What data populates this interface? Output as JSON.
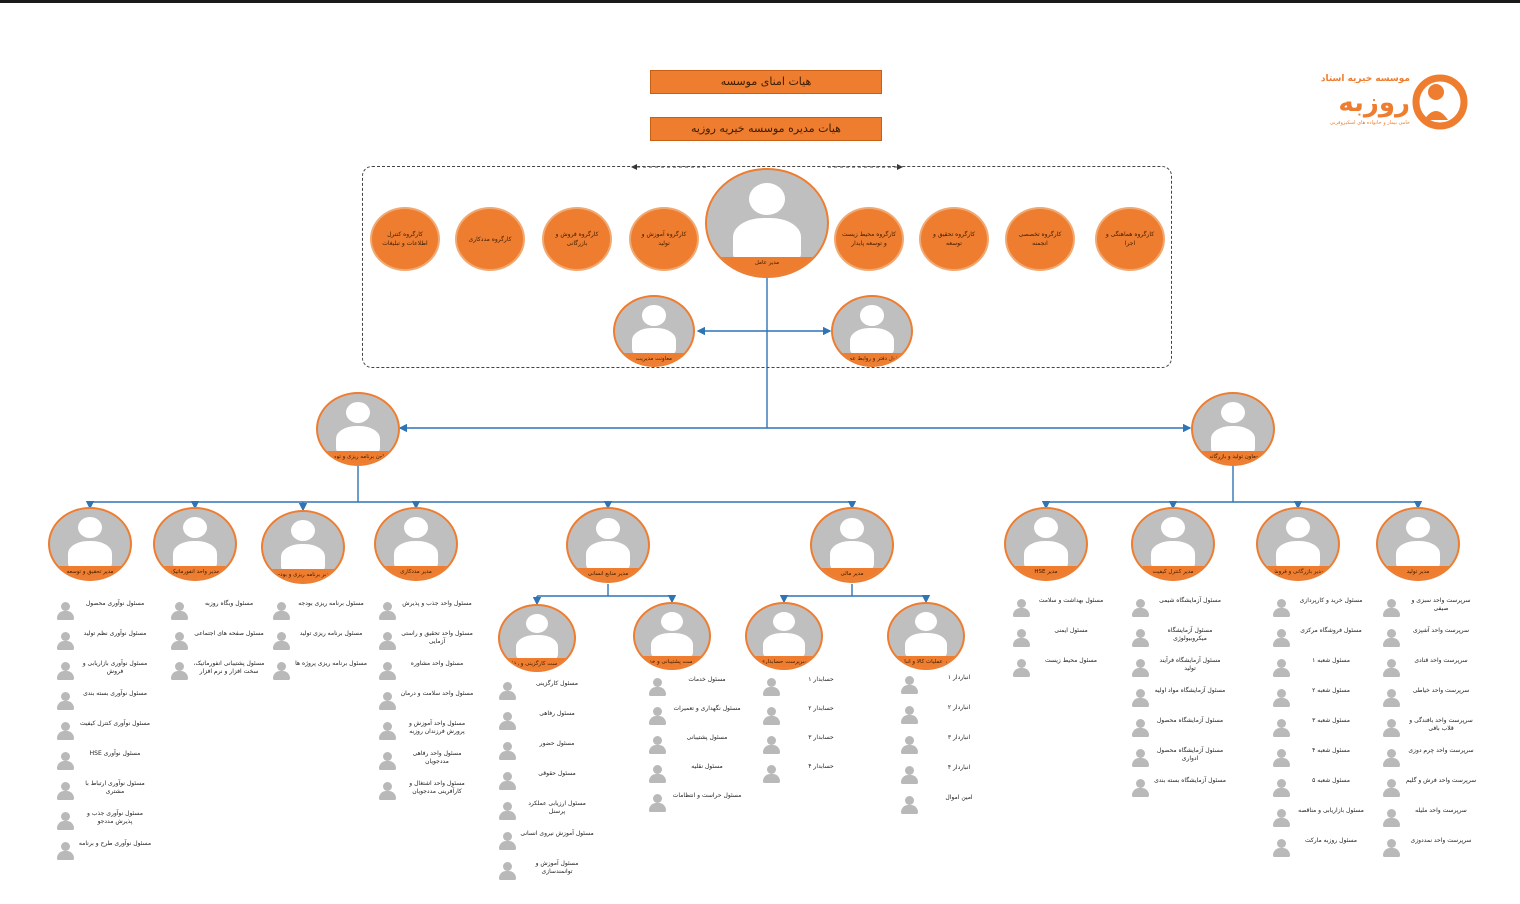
{
  "trustees_bar": "هیات امنای موسسه",
  "board_bar": "هیات مدیره موسسه خیریه روزیه",
  "logo": {
    "title": "موسسه خیریه استاد",
    "wordmark": "روزبه",
    "subtitle": "حامی بیمار و خانواده های اسکیزوفرنی",
    "colors": {
      "brand": "#ee7d30"
    }
  },
  "working_groups_left": [
    "کارگروه کنترل اطلاعات و تبلیغات",
    "کارگروه مددکاری",
    "کارگروه فروش و بازرگانی",
    "کارگروه آموزش و تولید"
  ],
  "working_groups_right": [
    "کارگروه محیط زیست و توسعه پایدار",
    "کارگروه تحقیق و توسعه",
    "کارگروه تخصصی انجمنه",
    "کارگروه هماهنگی و اجرا"
  ],
  "ceo_label": "مدیر عامل",
  "assistants": {
    "left": "معاونت مدیریت",
    "right": "مسئول دفتر و روابط عمومی"
  },
  "deputies": {
    "left": "معاون برنامه ریزی و توسعه",
    "right": "معاون تولید و بازرگانی"
  },
  "departments": [
    {
      "label": "مدیر تحقیق و توسعه",
      "items": [
        "مسئول نوآوری محصول",
        "مسئول نوآوری نظم تولید",
        "مسئول نوآوری بازاریابی و فروش",
        "مسئول نوآوری بسته بندی",
        "مسئول نوآوری کنترل کیفیت",
        "مسئول نوآوری HSE",
        "مسئول نوآوری ارتباط با مشتری",
        "مسئول نوآوری جذب و پذیرش مددجو",
        "مسئول نوآوری طرح و برنامه"
      ]
    },
    {
      "label": "مدیر واحد انفورماتیک",
      "items": [
        "مسئول وبگاه روزبه",
        "مسئول صفحه های اجتماعی",
        "مسئول پشتیبانی انفورماتیک، سخت افزار و نرم افزار"
      ]
    },
    {
      "label": "مدیر برنامه ریزی و بودجه",
      "items": [
        "مسئول برنامه ریزی بودجه",
        "مسئول برنامه ریزی تولید",
        "مسئول برنامه ریزی پروژه ها"
      ]
    },
    {
      "label": "مدیر مددکاری",
      "items": [
        "مسئول واحد جذب و پذیرش",
        "مسئول واحد تحقیق و راستی آزمایی",
        "مسئول واحد مشاوره",
        "مسئول واحد سلامت و درمان",
        "مسئول واحد آموزش و پرورش فرزندان روزبه",
        "مسئول واحد رفاهی مددجویان",
        "مسئول واحد اشتغال و کارآفرینی مددجویان"
      ]
    },
    {
      "label": "مدیر منابع انسانی",
      "subs": [
        {
          "label": "سرپرست کارگزینی و رفاهی",
          "items": [
            "مسئول کارگزینی",
            "مسئول رفاهی",
            "مسئول حضور",
            "مسئول حقوقی",
            "مسئول ارزیابی عملکرد پرسنل",
            "مسئول آموزش نیروی انسانی",
            "مسئول آموزش و توانمندسازی"
          ]
        },
        {
          "label": "سرپرست پشتیبانی و خدمات",
          "items": [
            "مسئول خدمات",
            "مسئول نگهداری و تعمیرات",
            "مسئول پشتیبانی",
            "مسئول نقلیه",
            "مسئول حراست و انتظامات"
          ]
        }
      ]
    },
    {
      "label": "مدیر مالی",
      "subs": [
        {
          "label": "سرپرست حسابداری",
          "items": [
            "حسابدار ۱",
            "حسابدار ۲",
            "حسابدار ۳",
            "حسابدار ۴"
          ]
        },
        {
          "label": "مدیر عملیات کالا و انبارها",
          "items": [
            "انباردار ۱",
            "انباردار ۲",
            "انباردار ۳",
            "انباردار ۴",
            "امین اموال"
          ]
        }
      ]
    },
    {
      "label": "مدیر HSE",
      "items": [
        "مسئول بهداشت و سلامت",
        "مسئول ایمنی",
        "مسئول محیط زیست"
      ]
    },
    {
      "label": "مدیر کنترل کیفیت",
      "items": [
        "مسئول آزمایشگاه شیمی",
        "مسئول آزمایشگاه میکروبیولوژی",
        "مسئول آزمایشگاه فرآیند تولید",
        "مسئول آزمایشگاه مواد اولیه",
        "مسئول آزمایشگاه محصول",
        "مسئول آزمایشگاه محصول ادواری",
        "مسئول آزمایشگاه بسته بندی"
      ]
    },
    {
      "label": "مدیر بازرگانی و فروش",
      "items": [
        "مسئول خرید و کارپردازی",
        "مسئول فروشگاه مرکزی",
        "مسئول شعبه ۱",
        "مسئول شعبه ۲",
        "مسئول شعبه ۳",
        "مسئول شعبه ۴",
        "مسئول شعبه ۵",
        "مسئول بازاریابی و مناقصه",
        "مسئول روزبه مارکت"
      ]
    },
    {
      "label": "مدیر تولید",
      "items": [
        "سرپرست واحد سبزی و صیفی",
        "سرپرست واحد آشپزی",
        "سرپرست واحد قنادی",
        "سرپرست واحد خیاطی",
        "سرپرست واحد بافندگی و قلاب بافی",
        "سرپرست واحد چرم دوزی",
        "سرپرست واحد فرش و گلیم",
        "سرپرست واحد ملیله",
        "سرپرست واحد نمددوزی"
      ]
    }
  ]
}
